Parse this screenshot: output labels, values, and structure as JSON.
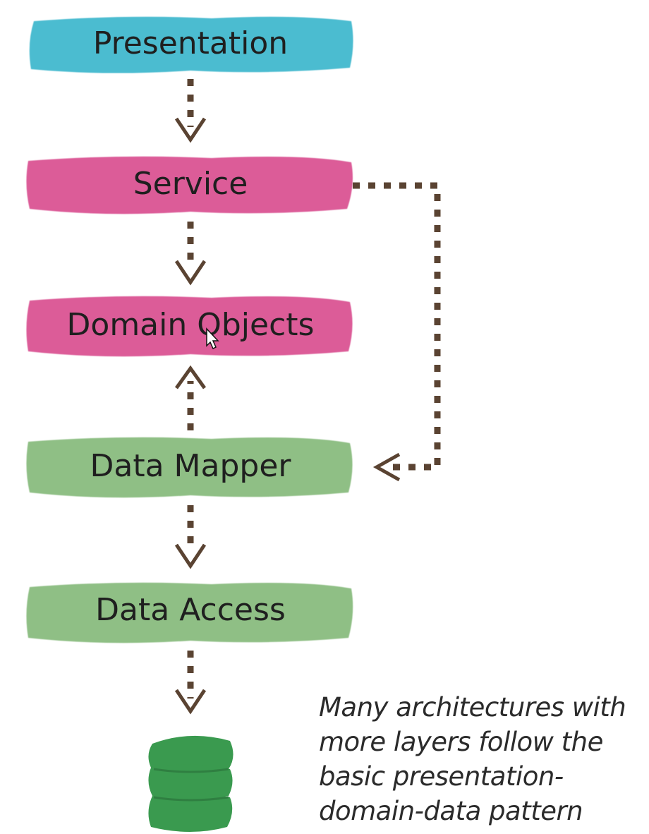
{
  "layers": [
    {
      "id": "presentation",
      "label": "Presentation",
      "color": "#4cbcd0"
    },
    {
      "id": "service",
      "label": "Service",
      "color": "#dc5c98"
    },
    {
      "id": "domain-objects",
      "label": "Domain Objects",
      "color": "#dc5c98"
    },
    {
      "id": "data-mapper",
      "label": "Data Mapper",
      "color": "#8fbf85"
    },
    {
      "id": "data-access",
      "label": "Data Access",
      "color": "#8fbf85"
    }
  ],
  "database": {
    "icon": "database-icon",
    "color": "#3a9a4f"
  },
  "arrow_color": "#5a4332",
  "caption": {
    "lines": [
      "Many architectures with",
      "more layers follow the",
      "basic presentation-",
      "domain-data pattern"
    ]
  }
}
